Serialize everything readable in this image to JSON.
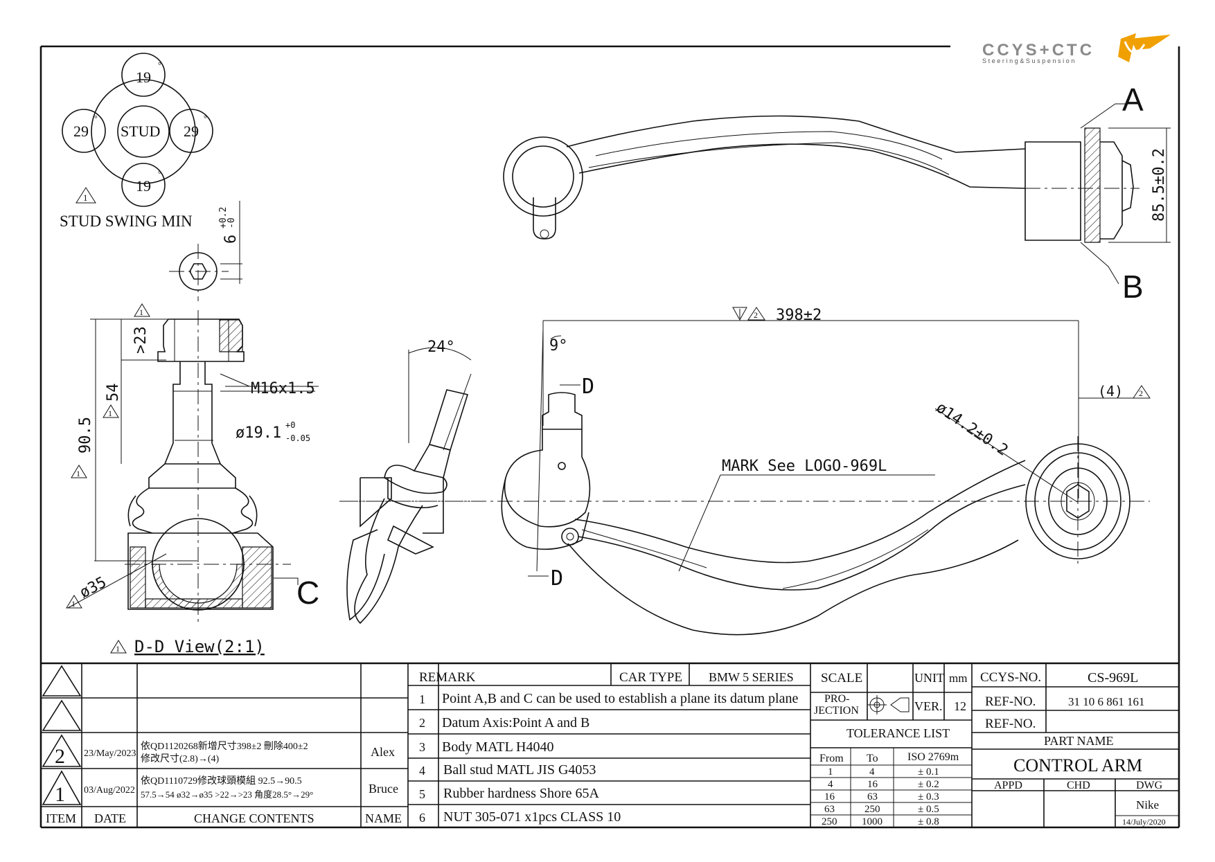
{
  "brand": {
    "logo_text": "CCYS+CTC",
    "tagline": "Steering&Suspension",
    "accent": "#f0a000",
    "primary": "#8a8a8a"
  },
  "swing": {
    "top": "19",
    "bottom": "19",
    "left": "29",
    "right": "29",
    "center": "STUD",
    "title": "STUD SWING MIN",
    "rev_mark": "1"
  },
  "callouts": {
    "A": "A",
    "B": "B",
    "C": "C",
    "D_top": "D",
    "D_bottom": "D"
  },
  "dims": {
    "hex": "6",
    "hex_tol_up": "+0.2",
    "hex_tol_low": "-0",
    "d23": ">23",
    "d54": "54",
    "d905": "90.5",
    "thread": "M16x1.5",
    "dia191": "ø19.1",
    "dia191_up": "+0",
    "dia191_low": "-0.05",
    "dia35": "ø35",
    "view_label": "D-D View(2:1)",
    "angle24": "24°",
    "angle9": "9°",
    "len398": "398±2",
    "off4": "(4)",
    "dia142": "ø14.2±0.2",
    "mark_note": "MARK See LOGO-969L",
    "h855": "85.5±0.2"
  },
  "rev_marks": [
    "1",
    "1",
    "1",
    "1",
    "1",
    "2",
    "2"
  ],
  "revisions": [
    {
      "item": "",
      "date": "",
      "contents": [
        ""
      ],
      "name": ""
    },
    {
      "item": "",
      "date": "",
      "contents": [
        ""
      ],
      "name": ""
    },
    {
      "item": "2",
      "date": "23/May/2023",
      "contents": [
        "依QD1120268新增尺寸398±2 刪除400±2",
        "修改尺寸(2.8)→(4)"
      ],
      "name": "Alex"
    },
    {
      "item": "1",
      "date": "03/Aug/2022",
      "contents": [
        "依QD1110729修改球頭模組 92.5→90.5",
        "57.5→54  ø32→ø35 >22→>23 角度28.5°→29°"
      ],
      "name": "Bruce"
    }
  ],
  "revision_headers": {
    "item": "ITEM",
    "date": "DATE",
    "contents": "CHANGE CONTENTS",
    "name": "NAME"
  },
  "remark": {
    "title": "REMARK",
    "car_type_label": "CAR TYPE",
    "car_type": "BMW 5 SERIES",
    "items": [
      {
        "no": "1",
        "text": "Point A,B and C can be used to establish a plane its datum plane"
      },
      {
        "no": "2",
        "text": "Datum Axis:Point A and B"
      },
      {
        "no": "3",
        "text": "Body MATL H4040"
      },
      {
        "no": "4",
        "text": "Ball stud MATL JIS G4053"
      },
      {
        "no": "5",
        "text": "Rubber hardness Shore 65A"
      },
      {
        "no": "6",
        "text": "NUT 305-071 x1pcs CLASS 10"
      }
    ]
  },
  "scale": {
    "scale_label": "SCALE",
    "scale_value": "",
    "unit_label": "UNIT",
    "unit_value": "mm",
    "projection_label_1": "PRO-",
    "projection_label_2": "JECTION",
    "ver_label": "VER.",
    "ver_value": "12"
  },
  "tolerance": {
    "title": "TOLERANCE LIST",
    "headers": [
      "From",
      "To",
      "ISO 2769m"
    ],
    "rows": [
      [
        "1",
        "4",
        "± 0.1"
      ],
      [
        "4",
        "16",
        "± 0.2"
      ],
      [
        "16",
        "63",
        "± 0.3"
      ],
      [
        "63",
        "250",
        "± 0.5"
      ],
      [
        "250",
        "1000",
        "± 0.8"
      ]
    ]
  },
  "part": {
    "ccys_label": "CCYS-NO.",
    "ccys_value": "CS-969L",
    "ref1_label": "REF-NO.",
    "ref1_value": "31  10  6  861  161",
    "ref2_label": "REF-NO.",
    "ref2_value": "",
    "name_label": "PART NAME",
    "name_value": "CONTROL ARM",
    "appd": "APPD",
    "chd": "CHD",
    "dwg": "DWG",
    "drawer": "Nike",
    "date": "14/July/2020"
  }
}
